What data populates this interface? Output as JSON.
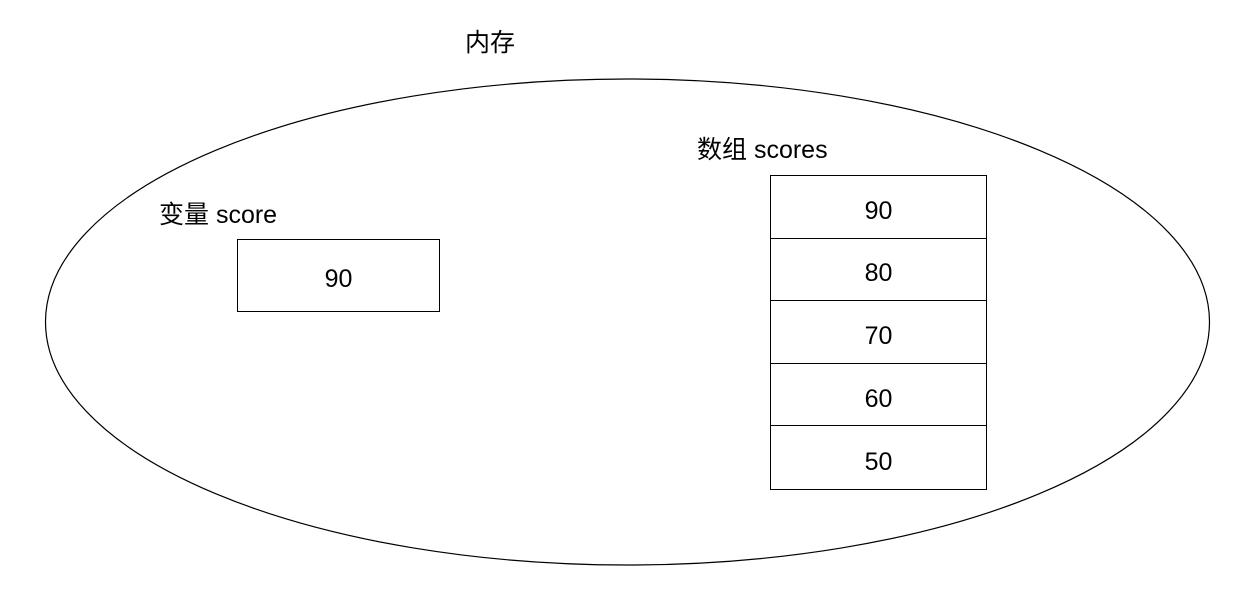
{
  "diagram": {
    "type": "memory-model-diagram",
    "title": "内存",
    "stroke_color": "#000000",
    "background_color": "#ffffff",
    "container_shape": "ellipse",
    "variable": {
      "label": "变量 score",
      "value": "90"
    },
    "array": {
      "label": "数组 scores",
      "cells": [
        {
          "value": "90"
        },
        {
          "value": "80"
        },
        {
          "value": "70"
        },
        {
          "value": "60"
        },
        {
          "value": "50"
        }
      ]
    }
  }
}
